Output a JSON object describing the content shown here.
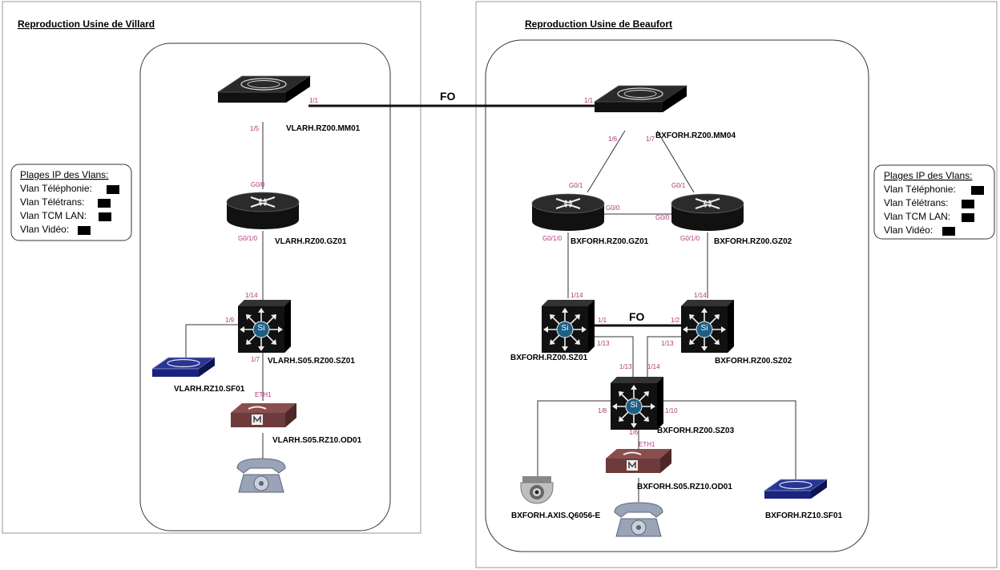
{
  "sites": [
    {
      "title": "Reproduction Usine de Villard",
      "vlan_box": {
        "title": "Plages IP des Vlans:",
        "items": [
          "Vlan Téléphonie:",
          "Vlan Télétrans:",
          "Vlan TCM LAN:",
          "Vlan Vidéo:"
        ]
      },
      "nodes": {
        "core_switch": "VLARH.RZ00.MM01",
        "router": "VLARH.RZ00.GZ01",
        "l3_switch": "VLARH.S05.RZ00.SZ01",
        "small_switch": "VLARH.RZ10.SF01",
        "od_device": "VLARH.S05.RZ10.OD01"
      },
      "ports": {
        "mm_1_1": "1/1",
        "mm_1_5": "1/5",
        "gz_g000": "G0/0",
        "gz_g010": "G0/1/0",
        "sz_1_14": "1/14",
        "sz_1_9": "1/9",
        "sz_1_7": "1/7",
        "od_eth1": "ETH1"
      }
    },
    {
      "title": "Reproduction Usine de Beaufort",
      "vlan_box": {
        "title": "Plages IP des Vlans:",
        "items": [
          "Vlan Téléphonie:",
          "Vlan Télétrans:",
          "Vlan TCM LAN:",
          "Vlan Vidéo:"
        ]
      },
      "nodes": {
        "core_switch": "BXFORH.RZ00.MM04",
        "router1": "BXFORH.RZ00.GZ01",
        "router2": "BXFORH.RZ00.GZ02",
        "l3_switch1": "BXFORH.RZ00.SZ01",
        "l3_switch2": "BXFORH.RZ00.SZ02",
        "l3_switch3": "BXFORH.RZ00.SZ03",
        "camera": "BXFORH.AXIS.Q6056-E",
        "od_device": "BXFORH.S05.RZ10.OD01",
        "small_switch": "BXFORH.RZ10.SF01"
      },
      "ports": {
        "mm_1_1": "1/1",
        "mm_1_6": "1/6",
        "mm_1_7": "1/7",
        "gz1_g01": "G0/1",
        "gz1_g00": "G0/0",
        "gz1_g010": "G0/1/0",
        "gz2_g01": "G0/1",
        "gz2_g00": "G0/0",
        "gz2_g010": "G0/1/0",
        "sz1_1_14": "1/14",
        "sz1_1_1": "1/1",
        "sz1_1_13": "1/13",
        "sz2_1_14": "1/14",
        "sz2_1_2": "1/2",
        "sz2_1_13": "1/13",
        "sz3_1_13": "1/13",
        "sz3_1_14": "1/14",
        "sz3_1_8": "1/8",
        "sz3_1_10": "1/10",
        "sz3_1_6": "1/6",
        "od_eth1": "ETH1"
      }
    }
  ],
  "links": {
    "inter_site": "FO",
    "beaufort_sz": "FO"
  },
  "l3_switch_badge": "Si",
  "colors": {
    "port_label": "#b0387a",
    "small_switch": "#1a237e",
    "od_device": "#6d3b3b",
    "phone": "#9aa4b8"
  }
}
